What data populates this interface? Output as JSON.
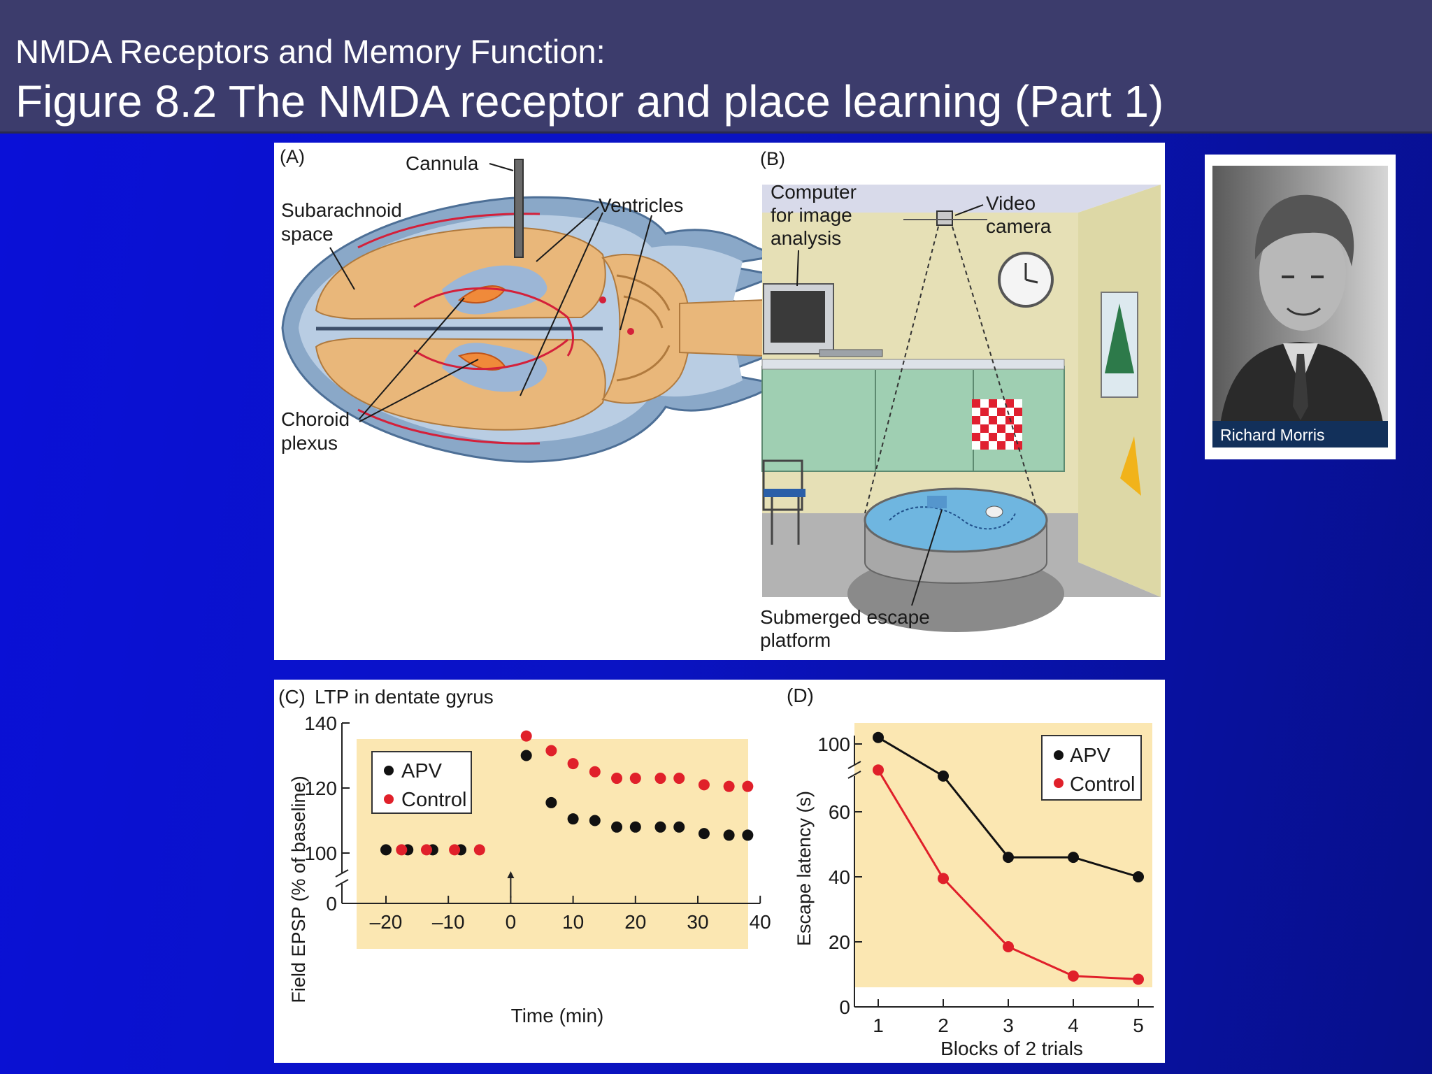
{
  "header": {
    "subtitle": "NMDA Receptors and Memory Function:",
    "title": "Figure 8.2  The NMDA receptor and place learning (Part 1)"
  },
  "panel_a": {
    "letter": "(A)",
    "labels": {
      "cannula": "Cannula",
      "subarachnoid_1": "Subarachnoid",
      "subarachnoid_2": "space",
      "ventricles": "Ventricles",
      "choroid_1": "Choroid",
      "choroid_2": "plexus"
    }
  },
  "panel_b": {
    "letter": "(B)",
    "labels": {
      "computer_1": "Computer",
      "computer_2": "for image",
      "computer_3": "analysis",
      "video_1": "Video",
      "video_2": "camera",
      "platform_1": "Submerged escape",
      "platform_2": "platform"
    }
  },
  "photo": {
    "caption": "Richard Morris"
  },
  "chart_data": [
    {
      "type": "scatter",
      "letter": "(C)",
      "title": "LTP in dentate gyrus",
      "xlabel": "Time (min)",
      "ylabel": "Field EPSP (% of baseline)",
      "xlim": [
        -25,
        40
      ],
      "x_ticks": [
        "–20",
        "–10",
        "0",
        "10",
        "20",
        "30",
        "40"
      ],
      "y_ticks": [
        "0",
        "100",
        "120",
        "140"
      ],
      "y_axis_break": true,
      "legend_position": "top-left",
      "series": [
        {
          "name": "APV",
          "color": "#111111",
          "points": [
            [
              -20,
              101
            ],
            [
              -16.5,
              101
            ],
            [
              -12.5,
              101
            ],
            [
              -8,
              101
            ],
            [
              2.5,
              130
            ],
            [
              6.5,
              115.5
            ],
            [
              10,
              110.5
            ],
            [
              13.5,
              110
            ],
            [
              17,
              108
            ],
            [
              20,
              108
            ],
            [
              24,
              108
            ],
            [
              27,
              108
            ],
            [
              31,
              106
            ],
            [
              35,
              105.5
            ],
            [
              38,
              105.5
            ]
          ]
        },
        {
          "name": "Control",
          "color": "#e0202a",
          "points": [
            [
              -17.5,
              101
            ],
            [
              -13.5,
              101
            ],
            [
              -9,
              101
            ],
            [
              -5,
              101
            ],
            [
              2.5,
              136
            ],
            [
              6.5,
              131.5
            ],
            [
              10,
              127.5
            ],
            [
              13.5,
              125
            ],
            [
              17,
              123
            ],
            [
              20,
              123
            ],
            [
              24,
              123
            ],
            [
              27,
              123
            ],
            [
              31,
              121
            ],
            [
              35,
              120.5
            ],
            [
              38,
              120.5
            ]
          ]
        }
      ]
    },
    {
      "type": "line",
      "letter": "(D)",
      "title": "",
      "xlabel": "Blocks of 2 trials",
      "ylabel": "Escape latency (s)",
      "categories": [
        "1",
        "2",
        "3",
        "4",
        "5"
      ],
      "y_ticks": [
        "0",
        "20",
        "40",
        "60",
        "100"
      ],
      "y_axis_break": true,
      "legend_position": "top-right",
      "series": [
        {
          "name": "APV",
          "color": "#111111",
          "values": [
            102,
            71,
            46,
            46,
            40
          ]
        },
        {
          "name": "Control",
          "color": "#e0202a",
          "values": [
            92,
            39.5,
            18.5,
            9.5,
            8.5
          ]
        }
      ]
    }
  ]
}
